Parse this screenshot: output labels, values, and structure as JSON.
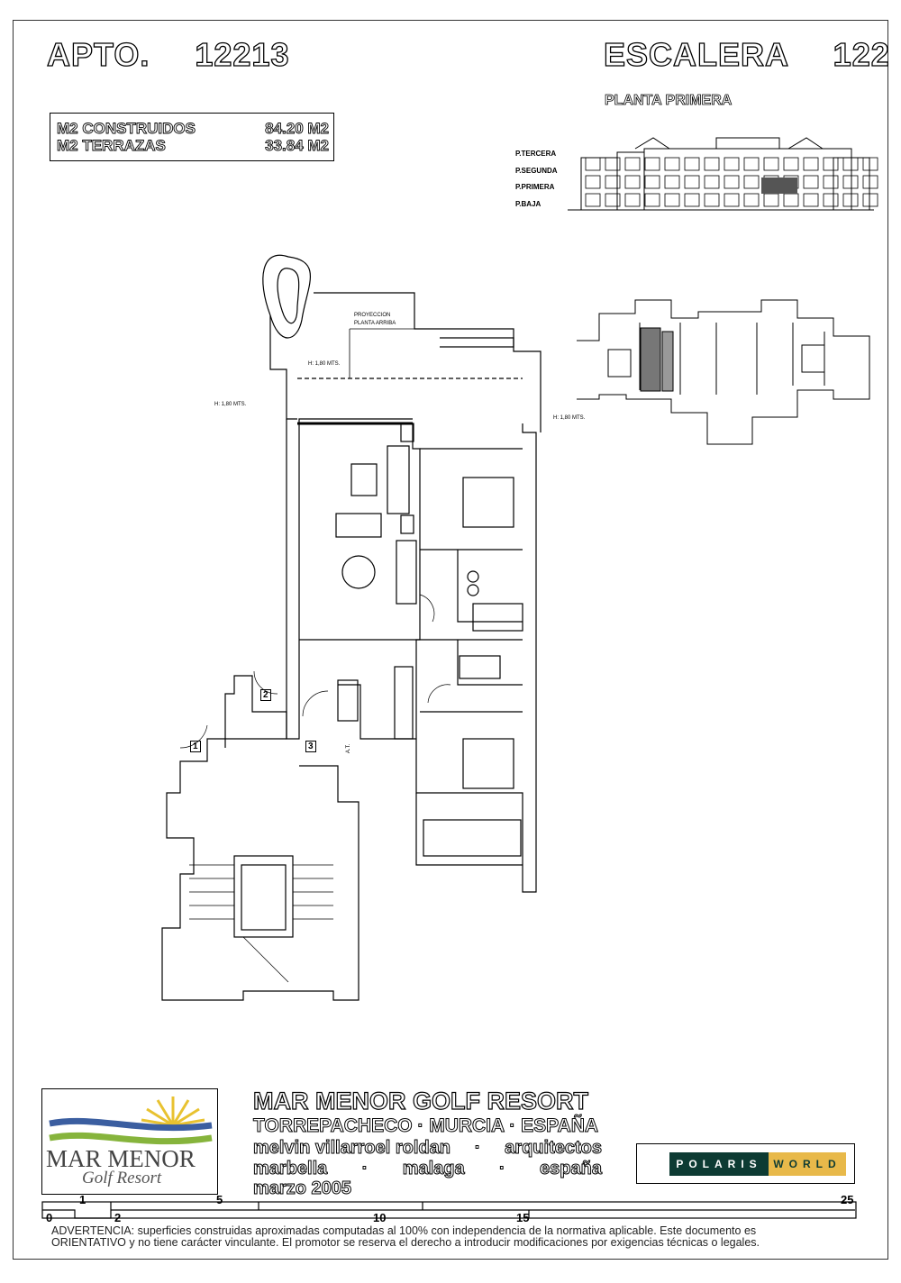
{
  "header": {
    "apartment": "APTO.  12213",
    "staircase": "ESCALERA  122",
    "floor": "PLANTA PRIMERA"
  },
  "areas": [
    {
      "label": "M2 CONSTRUIDOS",
      "value": "84.20 M2"
    },
    {
      "label": "M2 TERRAZAS",
      "value": "33.84 M2"
    }
  ],
  "elevation": {
    "levels": [
      "P.TERCERA",
      "P.SEGUNDA",
      "P.PRIMERA",
      "P.BAJA"
    ],
    "highlight_color": "#555555"
  },
  "plan": {
    "projection_note": [
      "PROYECCION",
      "PLANTA ARRIBA"
    ],
    "height_labels": [
      "H: 1,80 MTS.",
      "H: 1,80 MTS.",
      "H: 1,80 MTS."
    ],
    "door_numbers": [
      "1",
      "2",
      "3"
    ],
    "appliance_label": "A.T."
  },
  "footer": {
    "logo_text": [
      "MAR MENOR",
      "Golf Resort"
    ],
    "title": "MAR MENOR GOLF RESORT",
    "location": "TORREPACHECO · MURCIA · ESPAÑA",
    "architect": [
      "melvin villarroel roldan",
      "·",
      "arquitectos"
    ],
    "city": [
      "marbella",
      "·",
      "malaga",
      "·",
      "españa"
    ],
    "date": "marzo 2005",
    "brand": [
      "POLARIS",
      "WORLD"
    ],
    "brand_colors": {
      "dark": "#0d3b33",
      "gold": "#e8b94a"
    },
    "scale_labels": [
      "0",
      "1",
      "2",
      "5",
      "10",
      "15",
      "25"
    ],
    "warning": [
      "ADVERTENCIA: superficies construidas aproximadas computadas al 100% con independencia de la normativa aplicable. Este documento es",
      "ORIENTATIVO y no tiene carácter vinculante. El promotor se reserva el derecho a introducir modificaciones por exigencias técnicas o legales."
    ]
  }
}
